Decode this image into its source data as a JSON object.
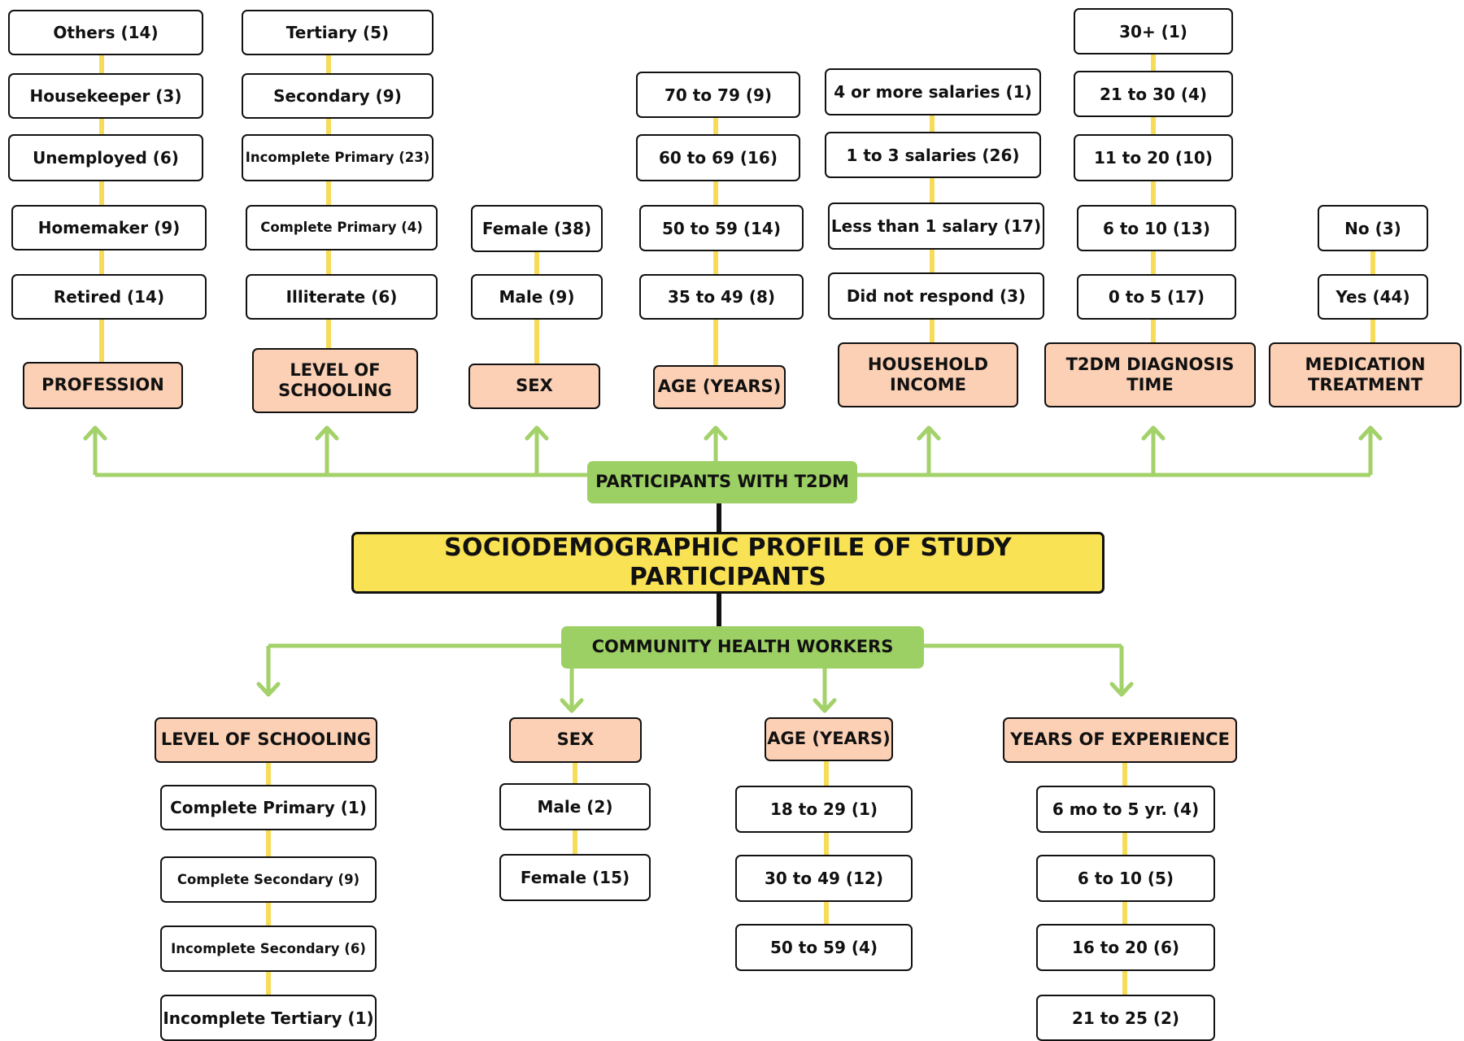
{
  "center_title": "SOCIODEMOGRAPHIC PROFILE OF STUDY PARTICIPANTS",
  "top_group": {
    "label": "PARTICIPANTS WITH T2DM",
    "categories": [
      {
        "label": "PROFESSION",
        "items": [
          "Others (14)",
          "Housekeeper (3)",
          "Unemployed (6)",
          "Homemaker (9)",
          "Retired (14)"
        ]
      },
      {
        "label": "LEVEL OF SCHOOLING",
        "items": [
          "Tertiary (5)",
          "Secondary (9)",
          "Incomplete Primary (23)",
          "Complete Primary (4)",
          "Illiterate (6)"
        ]
      },
      {
        "label": "SEX",
        "items": [
          "Female (38)",
          "Male (9)"
        ]
      },
      {
        "label": "AGE (YEARS)",
        "items": [
          "70 to 79 (9)",
          "60 to 69 (16)",
          "50 to 59 (14)",
          "35 to 49 (8)"
        ]
      },
      {
        "label": "HOUSEHOLD INCOME",
        "items": [
          "4 or more salaries (1)",
          "1 to 3 salaries (26)",
          "Less than 1 salary (17)",
          "Did not respond (3)"
        ]
      },
      {
        "label": "T2DM DIAGNOSIS TIME",
        "items": [
          "30+ (1)",
          "21 to 30 (4)",
          "11 to 20 (10)",
          "6 to 10 (13)",
          "0 to 5 (17)"
        ]
      },
      {
        "label": "MEDICATION TREATMENT",
        "items": [
          "No (3)",
          "Yes (44)"
        ]
      }
    ]
  },
  "bottom_group": {
    "label": "COMMUNITY HEALTH WORKERS",
    "categories": [
      {
        "label": "LEVEL OF SCHOOLING",
        "items": [
          "Complete Primary (1)",
          "Complete Secondary (9)",
          "Incomplete Secondary (6)",
          "Incomplete Tertiary (1)"
        ]
      },
      {
        "label": "SEX",
        "items": [
          "Male (2)",
          "Female (15)"
        ]
      },
      {
        "label": "AGE (YEARS)",
        "items": [
          "18 to 29 (1)",
          "30 to 49 (12)",
          "50 to 59 (4)"
        ]
      },
      {
        "label": "YEARS OF EXPERIENCE",
        "items": [
          "6 mo to 5 yr. (4)",
          "6 to 10 (5)",
          "16 to 20 (6)",
          "21 to 25 (2)"
        ]
      }
    ]
  },
  "colors": {
    "center_fill": "#fae255",
    "group_fill": "#9ccf64",
    "category_fill": "#fbd0b5",
    "item_fill": "#ffffff",
    "arrow": "#a3d16a",
    "item_connector": "#f7dc5a",
    "trunk": "#111111"
  }
}
